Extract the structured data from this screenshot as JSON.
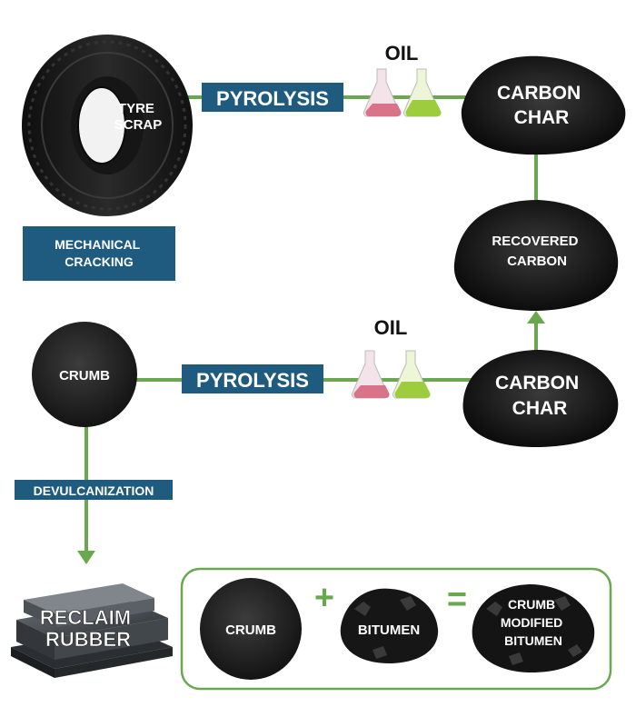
{
  "nodes": {
    "tyre_scrap": [
      "TYRE",
      "SCRAP"
    ],
    "mechanical_cracking": [
      "MECHANICAL",
      "CRACKING"
    ],
    "pyrolysis_top": "PYROLYSIS",
    "oil_top": "OIL",
    "carbon_char_top": [
      "CARBON",
      "CHAR"
    ],
    "recovered_carbon": [
      "RECOVERED",
      "CARBON"
    ],
    "crumb_mid": "CRUMB",
    "pyrolysis_mid": "PYROLYSIS",
    "oil_mid": "OIL",
    "carbon_char_mid": [
      "CARBON",
      "CHAR"
    ],
    "devulcanization": "DEVULCANIZATION",
    "reclaim_rubber": [
      "RECLAIM",
      "RUBBER"
    ],
    "crumb_bottom": "CRUMB",
    "plus_sign": "+",
    "bitumen": "BITUMEN",
    "equals_sign": "=",
    "crumb_modified_bitumen": [
      "CRUMB",
      "MODIFIED",
      "BITUMEN"
    ]
  },
  "colors": {
    "tag_fill": "#1e5b7e",
    "connector": "#6aa84f",
    "flask_pink": "#d9738a",
    "flask_green": "#9dcc3e",
    "pile": "#1a1a1a",
    "tyre": "#1c1c1c",
    "rubber_sheet": "#3b3f44"
  }
}
